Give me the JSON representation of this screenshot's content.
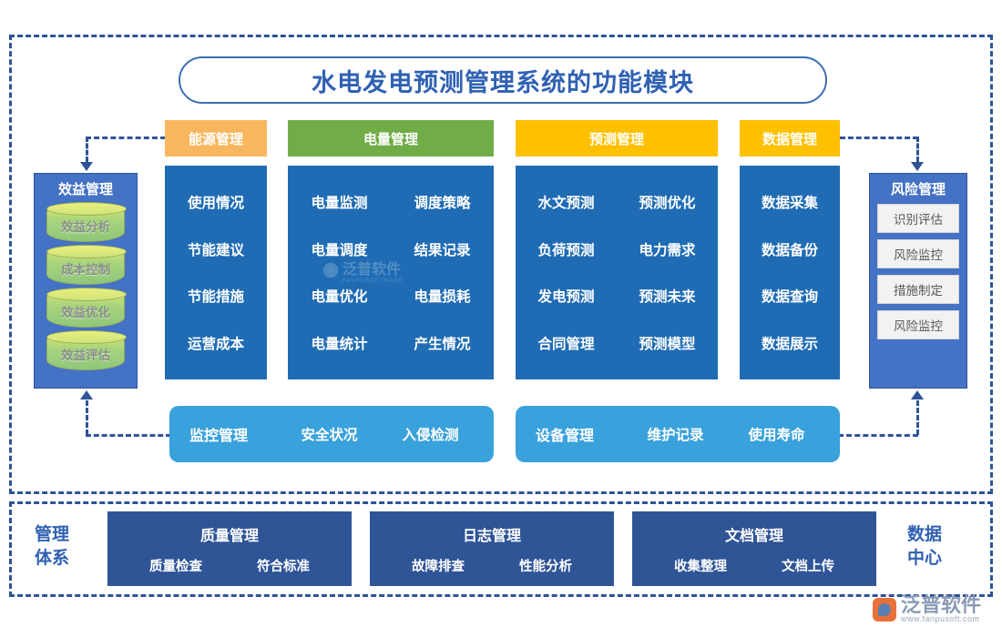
{
  "title": "水电发电预测管理系统的功能模块",
  "colors": {
    "frame": "#2e5496",
    "energy_chip": "#f8b75e",
    "power_chip": "#70ad47",
    "forecast_chip": "#ffc000",
    "data_chip": "#ffc000",
    "column_body": "#1f6cb4",
    "side_panel": "#4472c4",
    "wide_bar": "#39a1dc",
    "nav_card": "#2f5597",
    "title_text": "#2f61b3"
  },
  "categories": [
    {
      "key": "energy",
      "label": "能源管理",
      "items": [
        "使用情况",
        "节能建议",
        "节能措施",
        "运营成本"
      ],
      "columns": 1
    },
    {
      "key": "power",
      "label": "电量管理",
      "items": [
        "电量监测",
        "调度策略",
        "电量调度",
        "结果记录",
        "电量优化",
        "电量损耗",
        "电量统计",
        "产生情况"
      ],
      "columns": 2
    },
    {
      "key": "forecast",
      "label": "预测管理",
      "items": [
        "水文预测",
        "预测优化",
        "负荷预测",
        "电力需求",
        "发电预测",
        "预测未来",
        "合同管理",
        "预测模型"
      ],
      "columns": 2
    },
    {
      "key": "data",
      "label": "数据管理",
      "items": [
        "数据采集",
        "数据备份",
        "数据查询",
        "数据展示"
      ],
      "columns": 1
    }
  ],
  "benefit_panel": {
    "title": "效益管理",
    "items": [
      "效益分析",
      "成本控制",
      "效益优化",
      "效益评估"
    ]
  },
  "risk_panel": {
    "title": "风险管理",
    "items": [
      "识别评估",
      "风险监控",
      "措施制定",
      "风险监控"
    ]
  },
  "wide_bars": [
    {
      "key": "monitor",
      "title": "监控管理",
      "items": [
        "安全状况",
        "入侵检测"
      ]
    },
    {
      "key": "device",
      "title": "设备管理",
      "items": [
        "维护记录",
        "使用寿命"
      ]
    }
  ],
  "bottom": {
    "left_label": "管理\n体系",
    "left_label_line1": "管理",
    "left_label_line2": "体系",
    "right_label_line1": "数据",
    "right_label_line2": "中心",
    "cards": [
      {
        "key": "quality",
        "title": "质量管理",
        "items": [
          "质量检查",
          "符合标准"
        ]
      },
      {
        "key": "log",
        "title": "日志管理",
        "items": [
          "故障排查",
          "性能分析"
        ]
      },
      {
        "key": "doc",
        "title": "文档管理",
        "items": [
          "收集整理",
          "文档上传"
        ]
      }
    ]
  },
  "watermark": {
    "center_text": "泛普软件",
    "center_sub": "FANPUSOFTWARE"
  },
  "logo": {
    "name": "泛普软件",
    "url": "www.fanpusoft.com"
  }
}
